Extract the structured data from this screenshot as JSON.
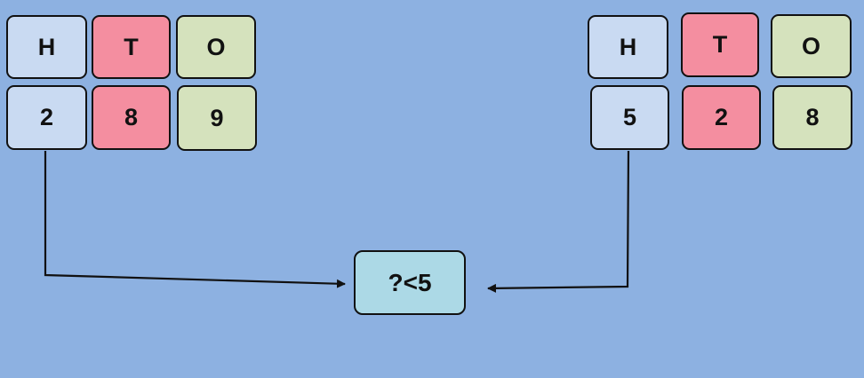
{
  "left_number": {
    "headers": {
      "h": "H",
      "t": "T",
      "o": "O"
    },
    "digits": {
      "h": "2",
      "t": "8",
      "o": "9"
    }
  },
  "right_number": {
    "headers": {
      "h": "H",
      "t": "T",
      "o": "O"
    },
    "digits": {
      "h": "5",
      "t": "2",
      "o": "8"
    }
  },
  "comparison": {
    "label": "?<5"
  },
  "colors": {
    "background": "#8db1e1",
    "hundreds": "#c9daf2",
    "tens": "#f48ea0",
    "ones": "#d5e2bd",
    "comparison": "#acd9e6"
  }
}
